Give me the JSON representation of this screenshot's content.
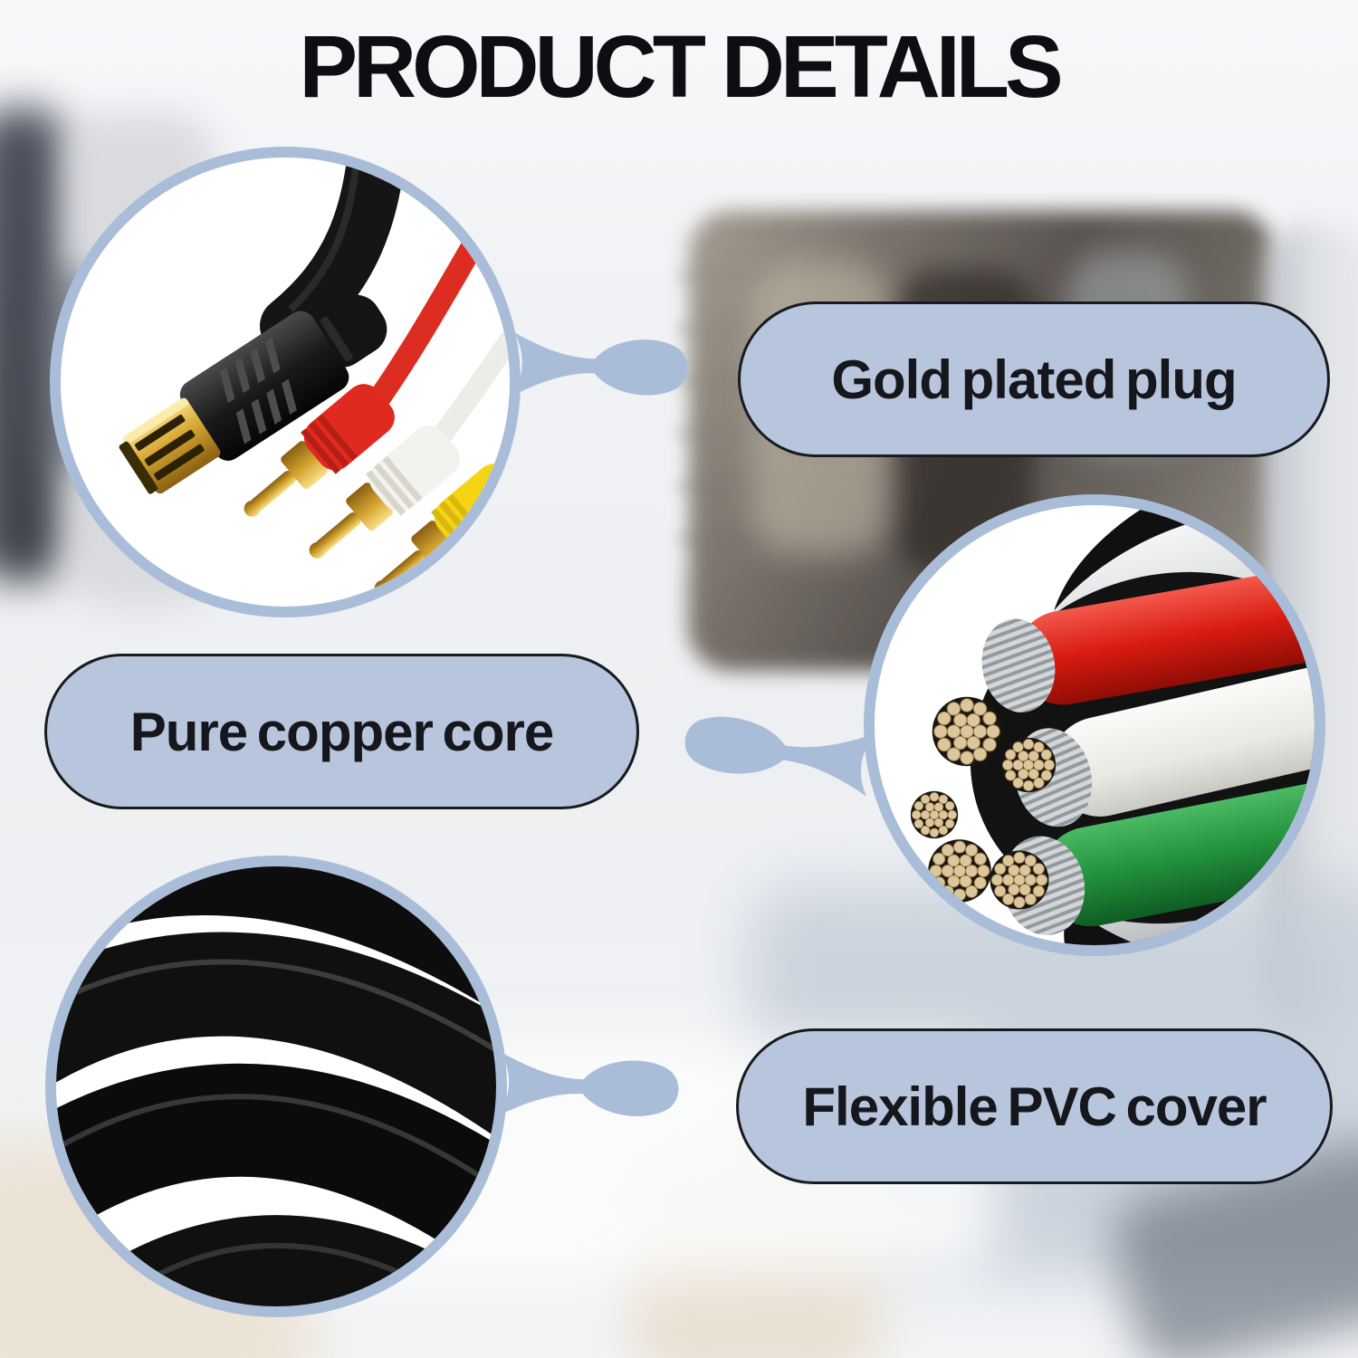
{
  "title": "PRODUCT DETAILS",
  "colors": {
    "pill_fill": "#b7c5dd",
    "ring_and_connector": "#a9bdd8",
    "pill_border": "#181a1f",
    "text": "#15171c",
    "title_text": "#0d0e11",
    "rca_red": "#e02a20",
    "rca_white": "#f3f2ec",
    "rca_yellow": "#f5d414",
    "gold": "#d4a531"
  },
  "features": [
    {
      "id": "gold-plated-plug",
      "label": "Gold plated plug",
      "photo": "hdmi-and-rca-gold-plugs"
    },
    {
      "id": "pure-copper-core",
      "label": "Pure copper core",
      "photo": "cable-cross-section-copper-strands"
    },
    {
      "id": "flexible-pvc-cover",
      "label": "Flexible PVC cover",
      "photo": "coiled-black-pvc-cable"
    }
  ]
}
